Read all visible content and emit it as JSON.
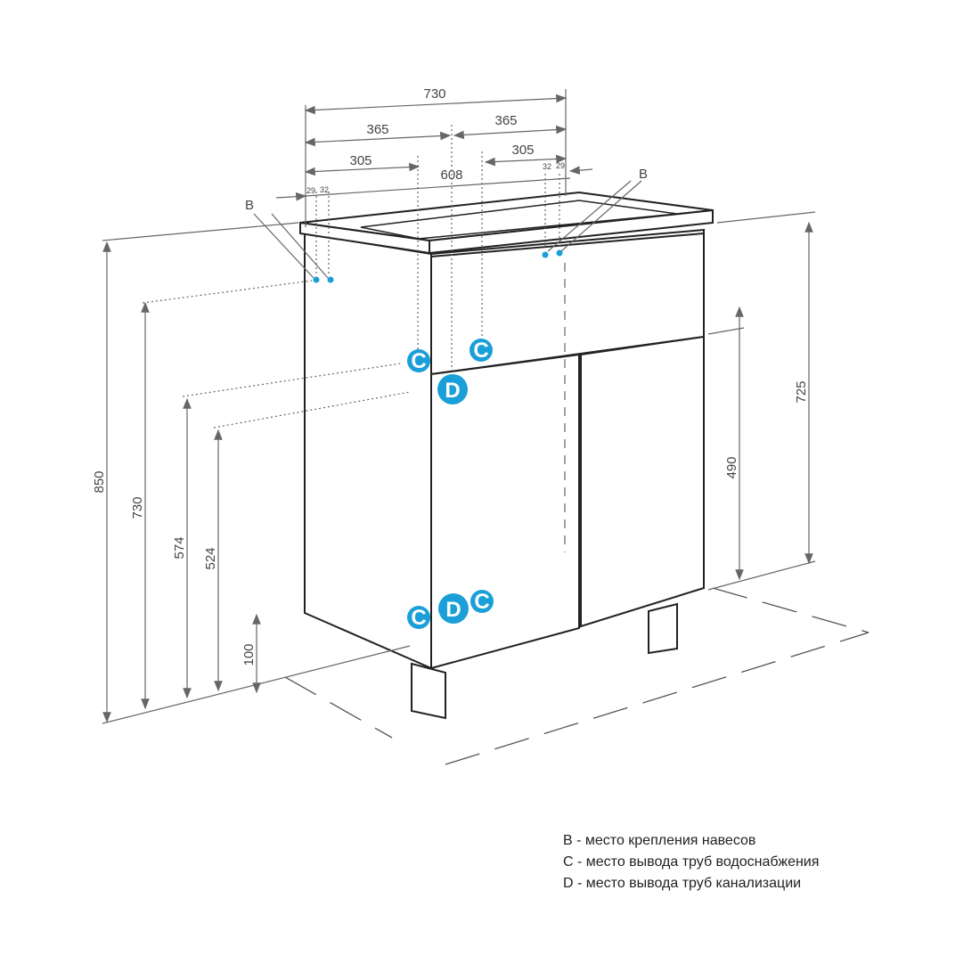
{
  "dimensions": {
    "top": {
      "overall": "730",
      "half_left": "365",
      "half_right": "365",
      "offset_left": "305",
      "offset_right": "305",
      "inner": "608",
      "b_left_1": "29",
      "b_left_2": "32",
      "b_right_1": "32",
      "b_right_2": "29"
    },
    "left": {
      "total_height": "850",
      "h730": "730",
      "h574": "574",
      "h524": "524",
      "leg": "100"
    },
    "right": {
      "h725": "725",
      "h490": "490"
    }
  },
  "markers": {
    "b": "B",
    "c": "C",
    "d": "D"
  },
  "legend": [
    "B - место крепления навесов",
    "C - место вывода труб водоснабжения",
    "D - место вывода труб канализации"
  ],
  "colors": {
    "marker": "#1a9fd8",
    "line": "#222222",
    "dim": "#666666"
  }
}
